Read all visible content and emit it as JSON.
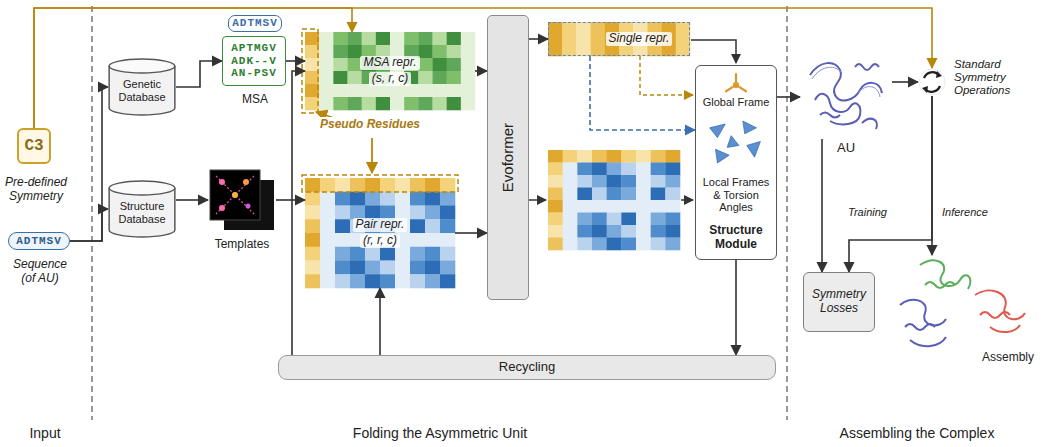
{
  "diagram": {
    "nodes": [
      {
        "text": [
          "C3",
          "Pre-defined Symmetry"
        ]
      },
      {
        "text": [
          "ADTMSV",
          "Sequence (of AU)"
        ]
      },
      {
        "text": [
          "Genetic Database"
        ]
      },
      {
        "text": [
          "Structure Database"
        ]
      },
      {
        "text": [
          "ADTMSV",
          "APTMGV",
          "ADK--V",
          "AN-PSV",
          "MSA"
        ]
      },
      {
        "text": [
          "Templates"
        ]
      },
      {
        "text": [
          "MSA repr.",
          "(s, r, c)"
        ]
      },
      {
        "text": [
          "Pair repr.",
          "(r, r, c)"
        ]
      },
      {
        "text": [
          "Evoformer"
        ]
      },
      {
        "text": [
          "Single repr."
        ]
      },
      {
        "text": [
          "Global Frame",
          "Local Frames & Torsion Angles",
          "Structure Module"
        ]
      },
      {
        "text": [
          "Recycling"
        ]
      },
      {
        "text": [
          "AU"
        ]
      },
      {
        "text": [
          "Standard Symmetry Operations"
        ]
      },
      {
        "text": [
          "Symmetry Losses"
        ]
      },
      {
        "text": [
          "Assembly"
        ]
      }
    ],
    "edges": [
      {
        "from": 0,
        "to": 6,
        "arrow": "to"
      },
      {
        "from": 0,
        "to": 13,
        "arrow": "to"
      },
      {
        "from": 1,
        "to": 2,
        "arrow": "to"
      },
      {
        "from": 1,
        "to": 3,
        "arrow": "to"
      },
      {
        "from": 2,
        "to": 4,
        "arrow": "to"
      },
      {
        "from": 3,
        "to": 5,
        "arrow": "to"
      },
      {
        "from": 4,
        "to": 6,
        "arrow": "to"
      },
      {
        "from": 5,
        "to": 7,
        "arrow": "to"
      },
      {
        "from": 6,
        "to": 8,
        "arrow": "to"
      },
      {
        "from": 7,
        "to": 8,
        "arrow": "to"
      },
      {
        "from": 8,
        "to": 9,
        "arrow": "to"
      },
      {
        "from": 9,
        "to": 10,
        "arrow": "to"
      },
      {
        "from": 10,
        "to": 11,
        "arrow": "to"
      },
      {
        "from": 11,
        "to": 6,
        "arrow": "to"
      },
      {
        "from": 11,
        "to": 7,
        "arrow": "to"
      },
      {
        "from": 10,
        "to": 12,
        "arrow": "to"
      },
      {
        "from": 12,
        "to": 13,
        "arrow": "to"
      },
      {
        "from": 13,
        "to": 14,
        "arrow": "to"
      },
      {
        "from": 13,
        "to": 15,
        "arrow": "to"
      },
      {
        "from": 12,
        "to": 14,
        "arrow": "to"
      }
    ],
    "labels": [
      "Pseudo Residues",
      "Training",
      "Inference",
      "Input",
      "Folding the Asymmetric Unit",
      "Assembling the Complex"
    ]
  }
}
